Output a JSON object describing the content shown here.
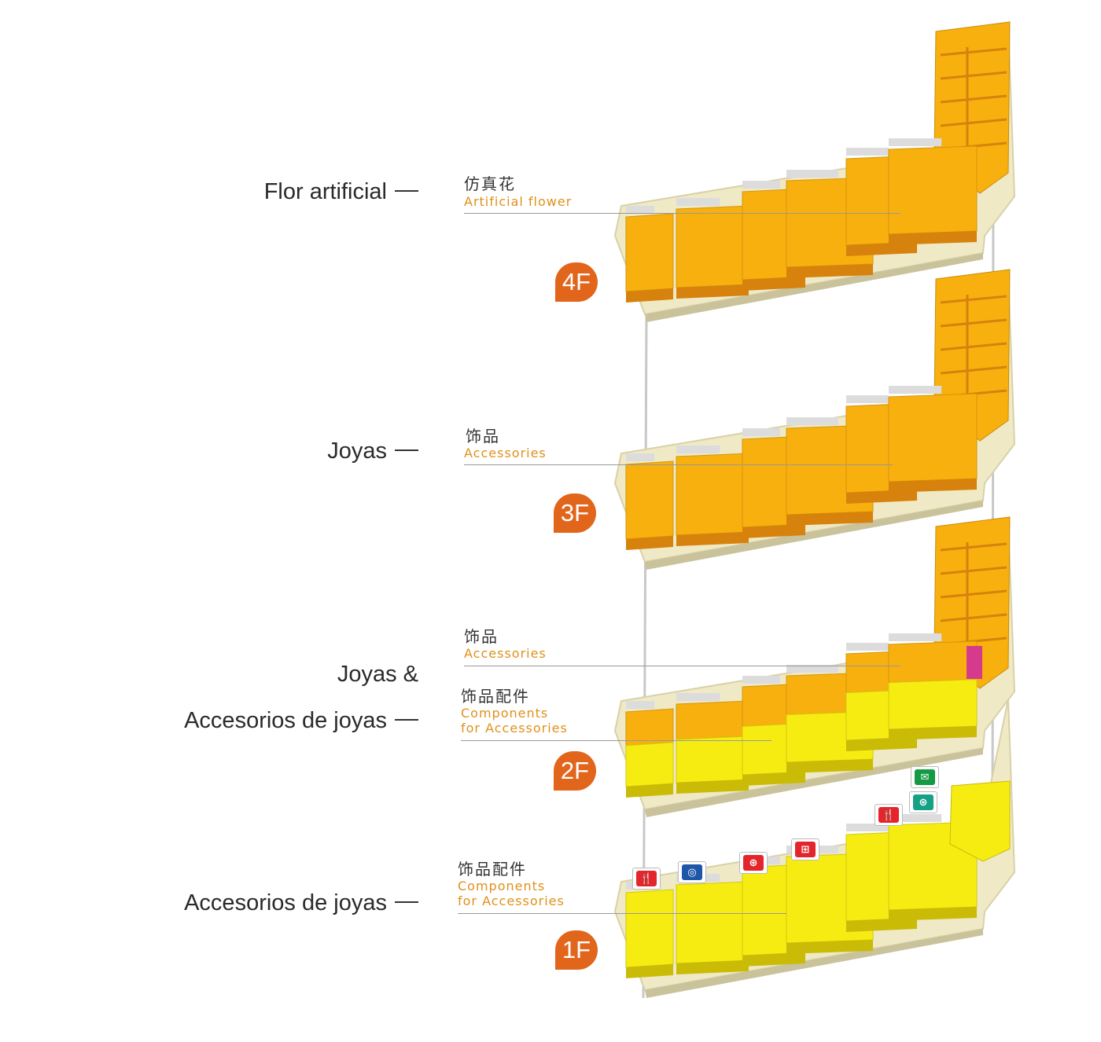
{
  "spanish_labels": {
    "floor4": "Flor artificial",
    "floor3": "Joyas",
    "floor2_line1": "Joyas &",
    "floor2_line2": "Accesorios de joyas",
    "floor1": "Accesorios de joyas"
  },
  "floors": {
    "f4": {
      "badge": "4F",
      "cn": "仿真花",
      "en": "Artificial flower"
    },
    "f3": {
      "badge": "3F",
      "cn": "饰品",
      "en": "Accessories"
    },
    "f2": {
      "badge": "2F",
      "upper_cn": "饰品",
      "upper_en": "Accessories",
      "lower_cn": "饰品配件",
      "lower_en1": "Components",
      "lower_en2": "for Accessories"
    },
    "f1": {
      "badge": "1F",
      "cn": "饰品配件",
      "en1": "Components",
      "en2": "for Accessories"
    }
  },
  "colors": {
    "base": "#efe9c6",
    "orange_top": "#f8b00e",
    "orange_side": "#d6820c",
    "yellow_top": "#f7ec12",
    "yellow_side": "#c9bb06",
    "badge": "#e2651c",
    "english_text": "#e0901a",
    "magenta_block": "#d63a8c"
  },
  "service_icons": [
    {
      "icon": "restaurant-icon",
      "color": "#e3262b"
    },
    {
      "icon": "bank-icon",
      "color": "#1f57a8"
    },
    {
      "icon": "citic-bank-icon",
      "color": "#e3262b"
    },
    {
      "icon": "icbc-bank-icon",
      "color": "#e3262b"
    },
    {
      "icon": "restaurant-icon",
      "color": "#e3262b"
    },
    {
      "icon": "agricultural-bank-icon",
      "color": "#16a085"
    },
    {
      "icon": "post-office-icon",
      "color": "#139a43"
    }
  ]
}
